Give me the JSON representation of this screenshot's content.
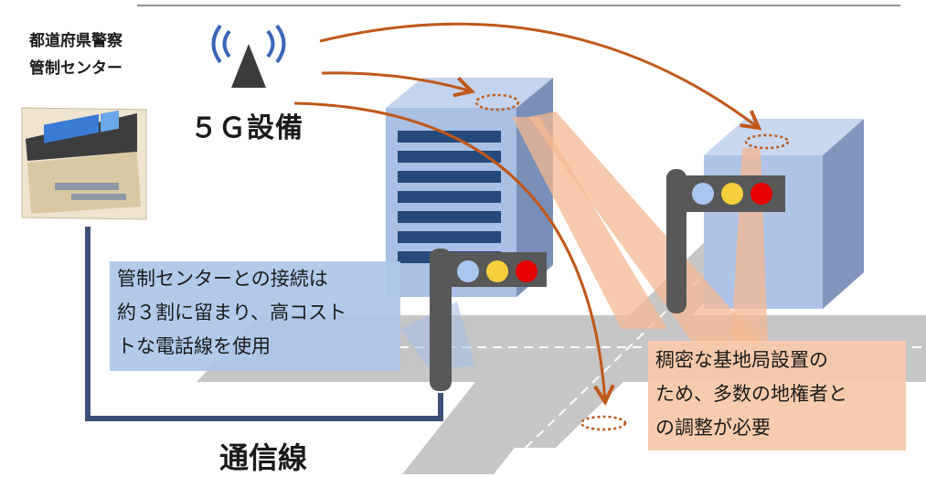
{
  "control_center": {
    "title_lines": [
      "都道府県警察",
      "管制センター"
    ]
  },
  "fiveg": {
    "label": "５Ｇ設備"
  },
  "communication_line": {
    "label": "通信線"
  },
  "control_center_callout": {
    "lines": [
      "管制センターとの接続は",
      "約３割に留まり、高コスト",
      "トな電話線を使用"
    ]
  },
  "base_station_callout": {
    "lines": [
      "稠密な基地局設置の",
      "ため、多数の地権者と",
      "の調整が必要"
    ]
  },
  "colors": {
    "arrow": "#c0581a",
    "beam": "#f4b891",
    "comm_line": "#3e4f78",
    "road": "#c6c6c6",
    "building_front": "#a9bfe3",
    "building_side": "#7a8fb8",
    "window_stripe": "#24497a",
    "signal_blue": "#a9c6ee",
    "signal_yellow": "#f5cf3c",
    "signal_red": "#e60000"
  },
  "icons": [
    "antenna-icon",
    "control-room-icon",
    "traffic-signal-icon",
    "building-icon"
  ]
}
